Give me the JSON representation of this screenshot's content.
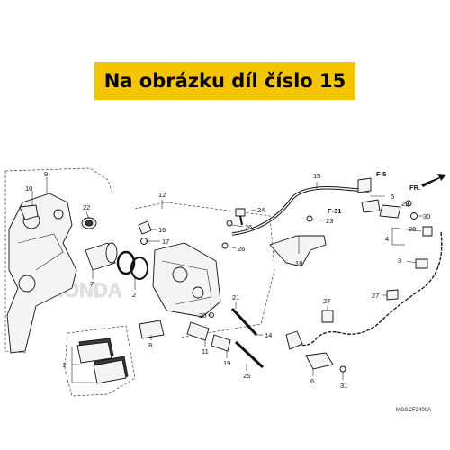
{
  "banner": {
    "text": "Na obrázku díl číslo 15"
  },
  "labels": {
    "l1": "1",
    "l2": "2",
    "l3": "3",
    "l4": "4",
    "l5": "5",
    "l6": "6",
    "l7": "7",
    "l8": "8",
    "l9": "9",
    "l10": "10",
    "l11": "11",
    "l12": "12",
    "l14": "14",
    "l15": "15",
    "l16": "16",
    "l17": "17",
    "l18": "18",
    "l19": "19",
    "l20": "20",
    "l21": "21",
    "l22": "22",
    "l23": "23",
    "l24": "24",
    "l25": "25",
    "l26a": "26",
    "l26b": "26",
    "l27a": "27",
    "l27b": "27",
    "l28": "28",
    "l29": "29",
    "l30": "30",
    "l31": "31",
    "f5": "F-5",
    "f31": "F-31",
    "fr": "FR."
  },
  "brand_watermark": "HONDA",
  "diagram_code": "MGSCF2400A"
}
